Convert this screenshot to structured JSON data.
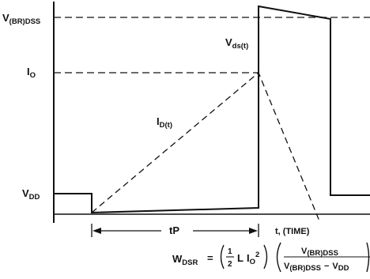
{
  "diagram": {
    "labels": {
      "vbr_main": "V",
      "vbr_sub": "(BR)DSS",
      "io_main": "I",
      "io_sub": "O",
      "vdd_main": "V",
      "vdd_sub": "DD",
      "vds_main": "V",
      "vds_sub": "ds(t)",
      "id_main": "I",
      "id_sub": "D(t)",
      "tp": "tP",
      "time_axis": "t, (TIME)"
    },
    "equation": {
      "lhs_main": "W",
      "lhs_sub": "DSR",
      "eq": "=",
      "half_num": "1",
      "half_den": "2",
      "l": "L",
      "i": "I",
      "i_sub": "O",
      "sq": "2",
      "num_main": "V",
      "num_sub": "(BR)DSS",
      "den_main": "V",
      "den_sub": "(BR)DSS",
      "minus": "−",
      "den2_main": "V",
      "den2_sub": "DD"
    },
    "colors": {
      "ink": "#111111",
      "background": "#ffffff"
    }
  }
}
